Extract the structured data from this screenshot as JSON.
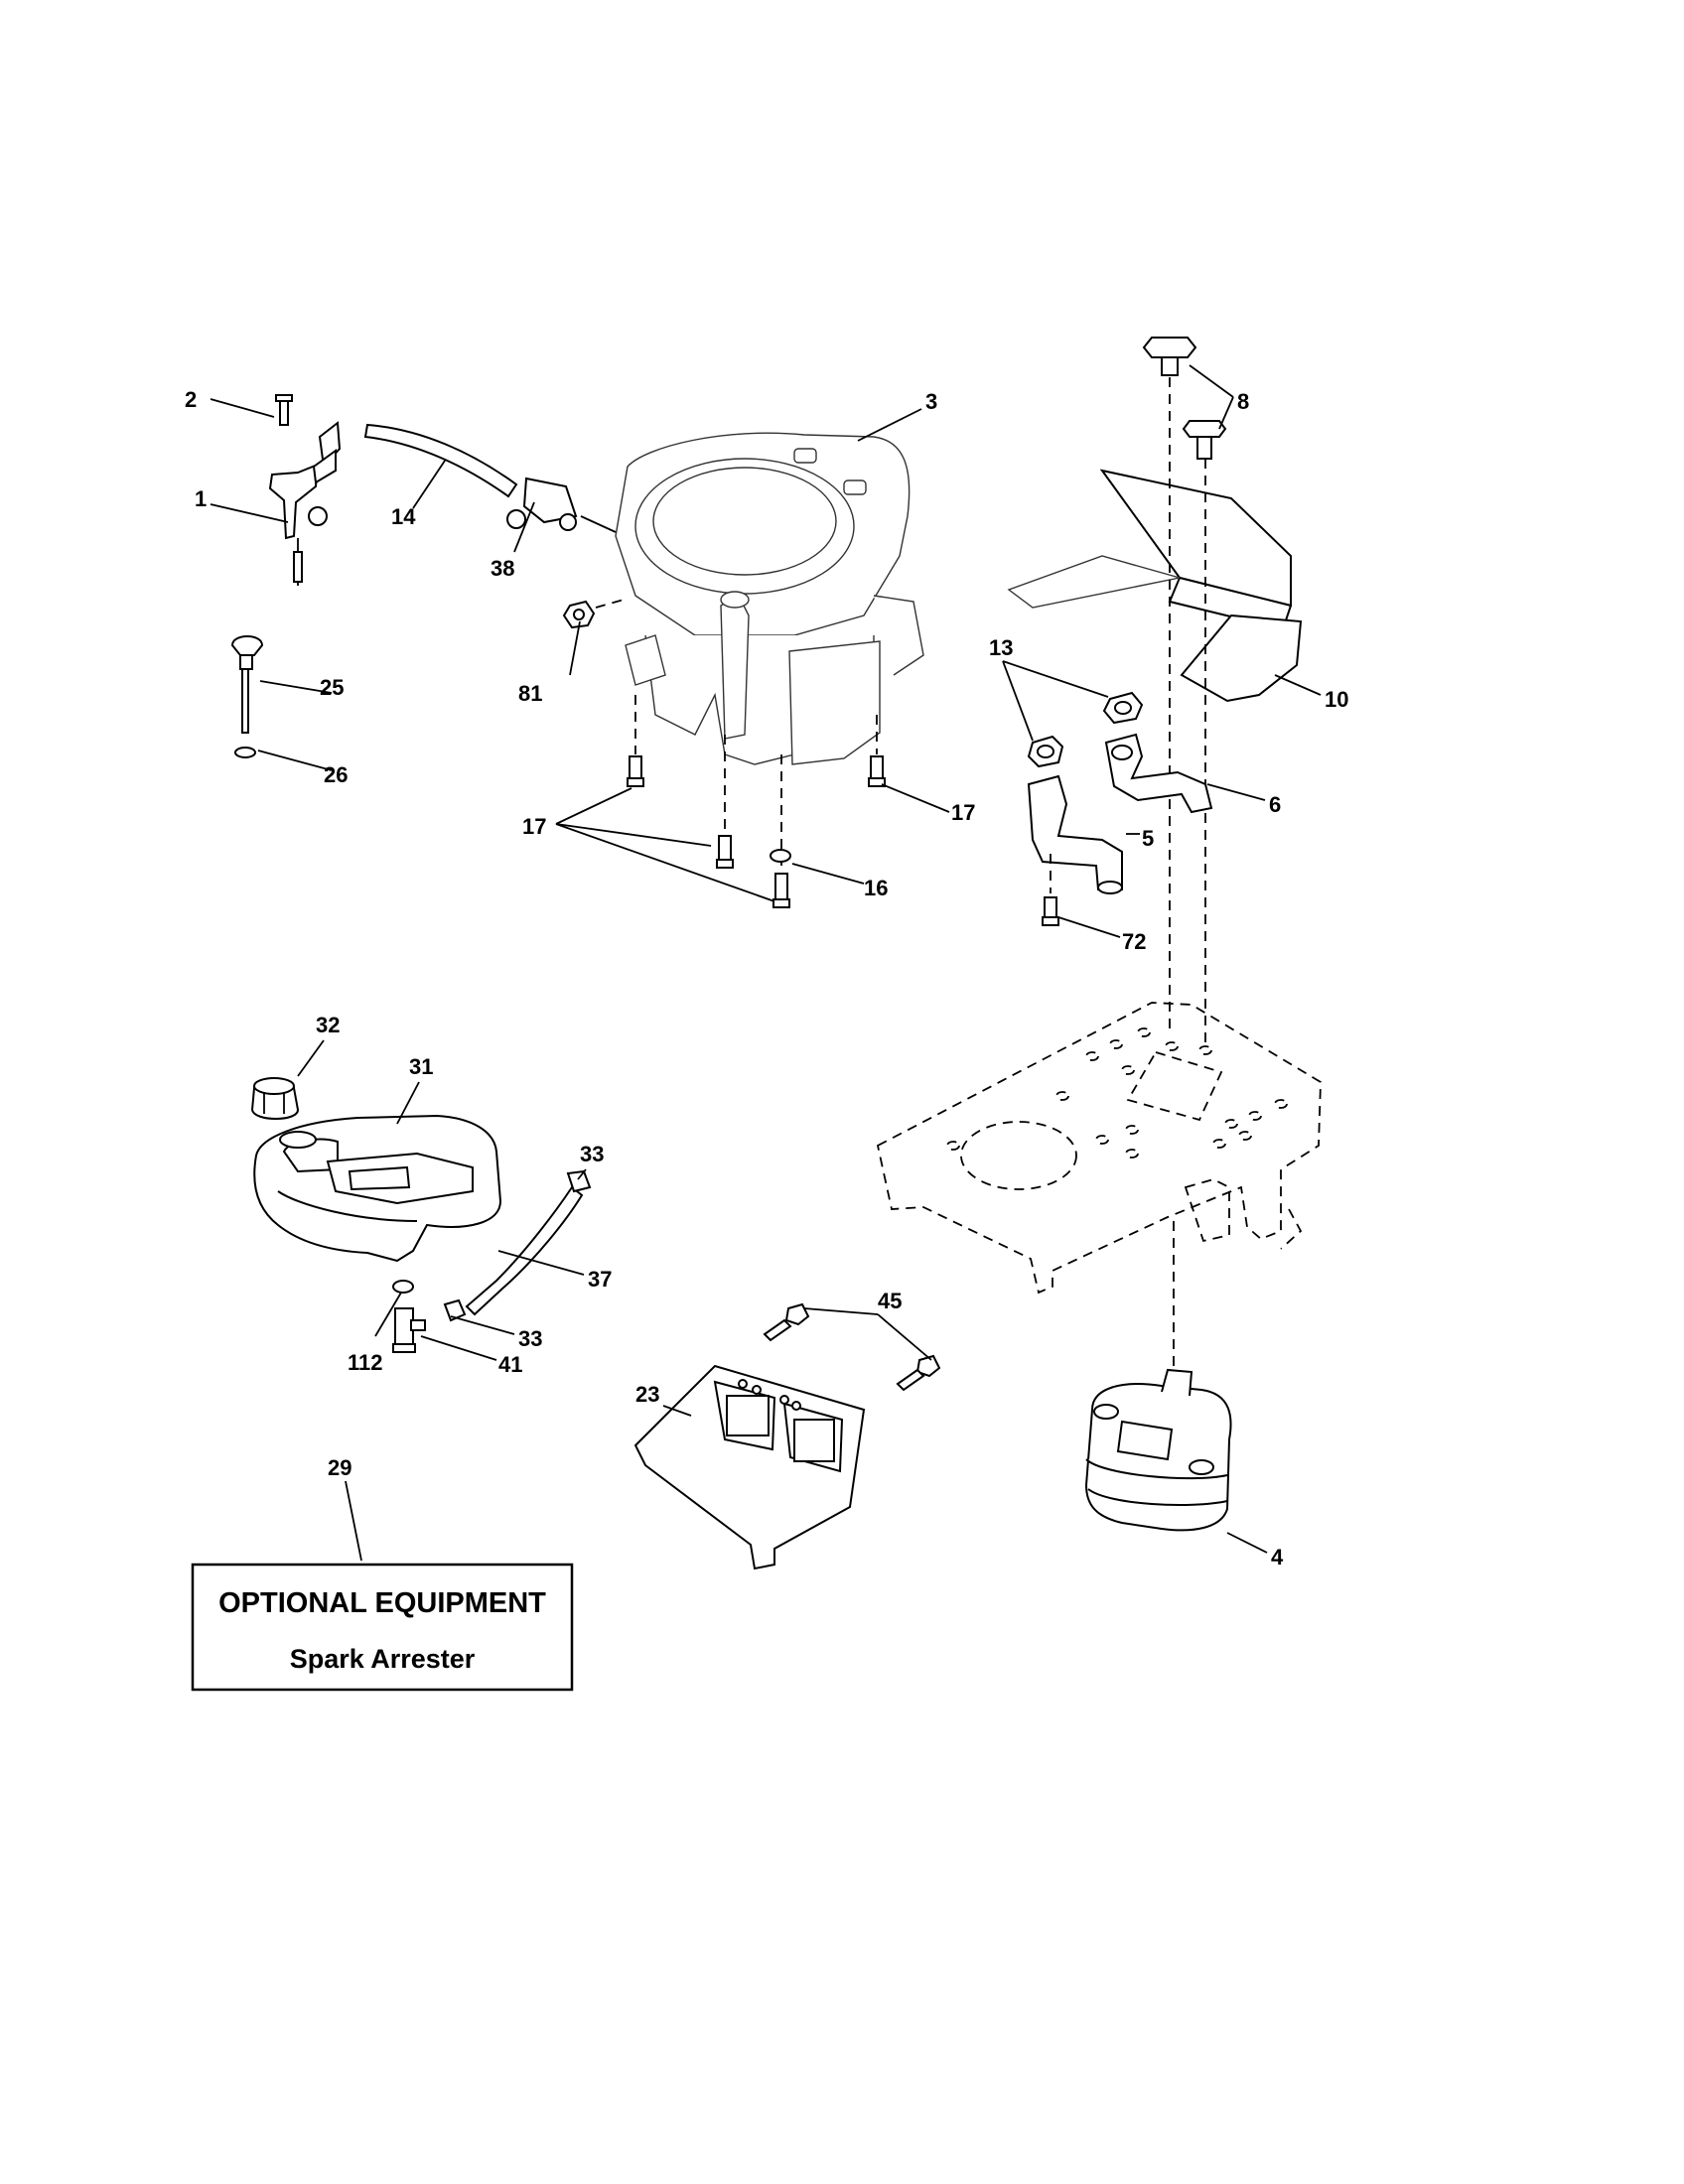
{
  "callouts": {
    "c1": "1",
    "c2": "2",
    "c3": "3",
    "c4": "4",
    "c5": "5",
    "c6": "6",
    "c8": "8",
    "c10": "10",
    "c13": "13",
    "c14": "14",
    "c16": "16",
    "c17a": "17",
    "c17b": "17",
    "c23": "23",
    "c25": "25",
    "c26": "26",
    "c29": "29",
    "c31": "31",
    "c32": "32",
    "c33a": "33",
    "c33b": "33",
    "c37": "37",
    "c38": "38",
    "c41": "41",
    "c45": "45",
    "c72": "72",
    "c81": "81",
    "c112": "112"
  },
  "optional_box": {
    "title": "OPTIONAL EQUIPMENT",
    "subtitle": "Spark Arrester"
  }
}
